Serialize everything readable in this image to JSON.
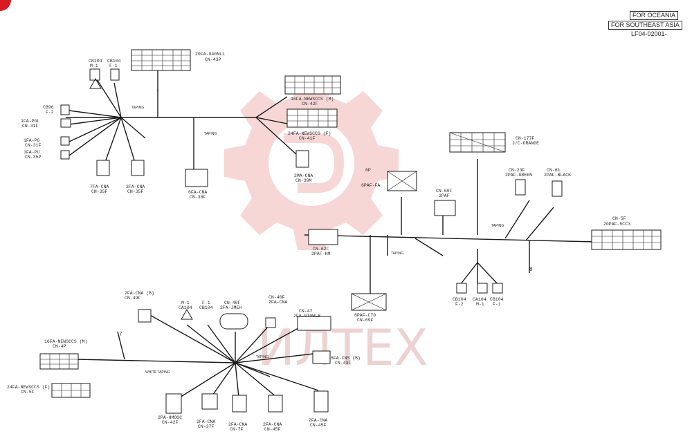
{
  "header": {
    "region_1": "FOR OCEANIA",
    "region_2": "FOR SOUTHEAST ASIA",
    "doc_code": "LF04-02001-"
  },
  "watermark": {
    "text": "ИЛТЕХ",
    "color": "#e8a0a0"
  },
  "colors": {
    "wire": "#1a1a1a",
    "text": "#2a2a2a",
    "watermark_gear": "#f2b5b5",
    "corner_badge": "#d81b22"
  },
  "connectors": [
    {
      "id": "c1",
      "name": "CN104",
      "sub": "M-1"
    },
    {
      "id": "c2",
      "name": "CB104",
      "sub": "F-1"
    },
    {
      "id": "c3",
      "name": "20FA-040NL1",
      "sub": "CN-43P"
    },
    {
      "id": "c4",
      "name": "CB96",
      "sub": "F-2"
    },
    {
      "id": "c5",
      "name": "1FA-PGL",
      "sub": "CN-31F"
    },
    {
      "id": "c6",
      "name": "1FA-PG",
      "sub": "CN-31F"
    },
    {
      "id": "c7",
      "name": "1FA-PU",
      "sub": "CN-35P"
    },
    {
      "id": "c8",
      "name": "7FA-CNA",
      "sub": "CN-35F"
    },
    {
      "id": "c9",
      "name": "3FA-CNA",
      "sub": "CN-35F"
    },
    {
      "id": "c10",
      "name": "6FA-CNA",
      "sub": "CN-38F"
    },
    {
      "id": "c11",
      "name": "16FA-NEWSCCS (M)",
      "sub": "CN-42F"
    },
    {
      "id": "c12",
      "name": "24FA-NEWSCCS (F)",
      "sub": "CN-41F"
    },
    {
      "id": "c13",
      "name": "2MA-CNA",
      "sub": "CN-39M"
    },
    {
      "id": "c14",
      "name": "CN-177F",
      "sub": "J/C-ORANGE"
    },
    {
      "id": "c15",
      "name": "6P",
      "sub": "6PAF-FA"
    },
    {
      "id": "c16",
      "name": "CN-60F",
      "sub": "2PAF"
    },
    {
      "id": "c17",
      "name": "CN-23F",
      "sub": "2PAF-GREEN"
    },
    {
      "id": "c18",
      "name": "CN-61",
      "sub": "2PAF-BLACK"
    },
    {
      "id": "c19",
      "name": "CN-5F",
      "sub": "20PAF-5CC3"
    },
    {
      "id": "c20",
      "name": "CN-62F",
      "sub": "2PAF-HM"
    },
    {
      "id": "c21",
      "name": "6PAF-C70",
      "sub": "CN-69F"
    },
    {
      "id": "c22",
      "name": "CB104",
      "sub": "F-2"
    },
    {
      "id": "c23",
      "name": "CA104",
      "sub": "M-1"
    },
    {
      "id": "c24",
      "name": "CB104",
      "sub": "F-1"
    },
    {
      "id": "c25",
      "name": "2FA-CNA (B)",
      "sub": "CN-49F"
    },
    {
      "id": "c26",
      "name": "M-1",
      "sub": "CA104"
    },
    {
      "id": "c27",
      "name": "F-1",
      "sub": "CB104"
    },
    {
      "id": "c28",
      "name": "CN-40F",
      "sub": "2FA-JMEH"
    },
    {
      "id": "c29",
      "name": "CN-40F",
      "sub": "2FA-CNA"
    },
    {
      "id": "c30",
      "name": "CN-47",
      "sub": "2FA-GTOWL8"
    },
    {
      "id": "c31",
      "name": "16FA-NEWSCCS (M)",
      "sub": "CN-4P"
    },
    {
      "id": "c32",
      "name": "24FA-NEWSCCS (F)",
      "sub": "CN-5F"
    },
    {
      "id": "c33",
      "name": "6FA-CNS (B)",
      "sub": "CN-43F"
    },
    {
      "id": "c34",
      "name": "2PA-HMOOC",
      "sub": "CN-42F"
    },
    {
      "id": "c35",
      "name": "2FA-CNA",
      "sub": "CN-37F"
    },
    {
      "id": "c36",
      "name": "2FA-CNA",
      "sub": "CN-7F"
    },
    {
      "id": "c37",
      "name": "2FA-CNA",
      "sub": "CN-45F"
    },
    {
      "id": "c38",
      "name": "2FA-CNA",
      "sub": "CN-45F"
    }
  ],
  "wire_labels": {
    "w1": "TAPING",
    "w2": "TAPING",
    "w3": "TAPING",
    "w4": "TAPING",
    "w5": "WHITE TAPING",
    "w6": "TAPING"
  }
}
